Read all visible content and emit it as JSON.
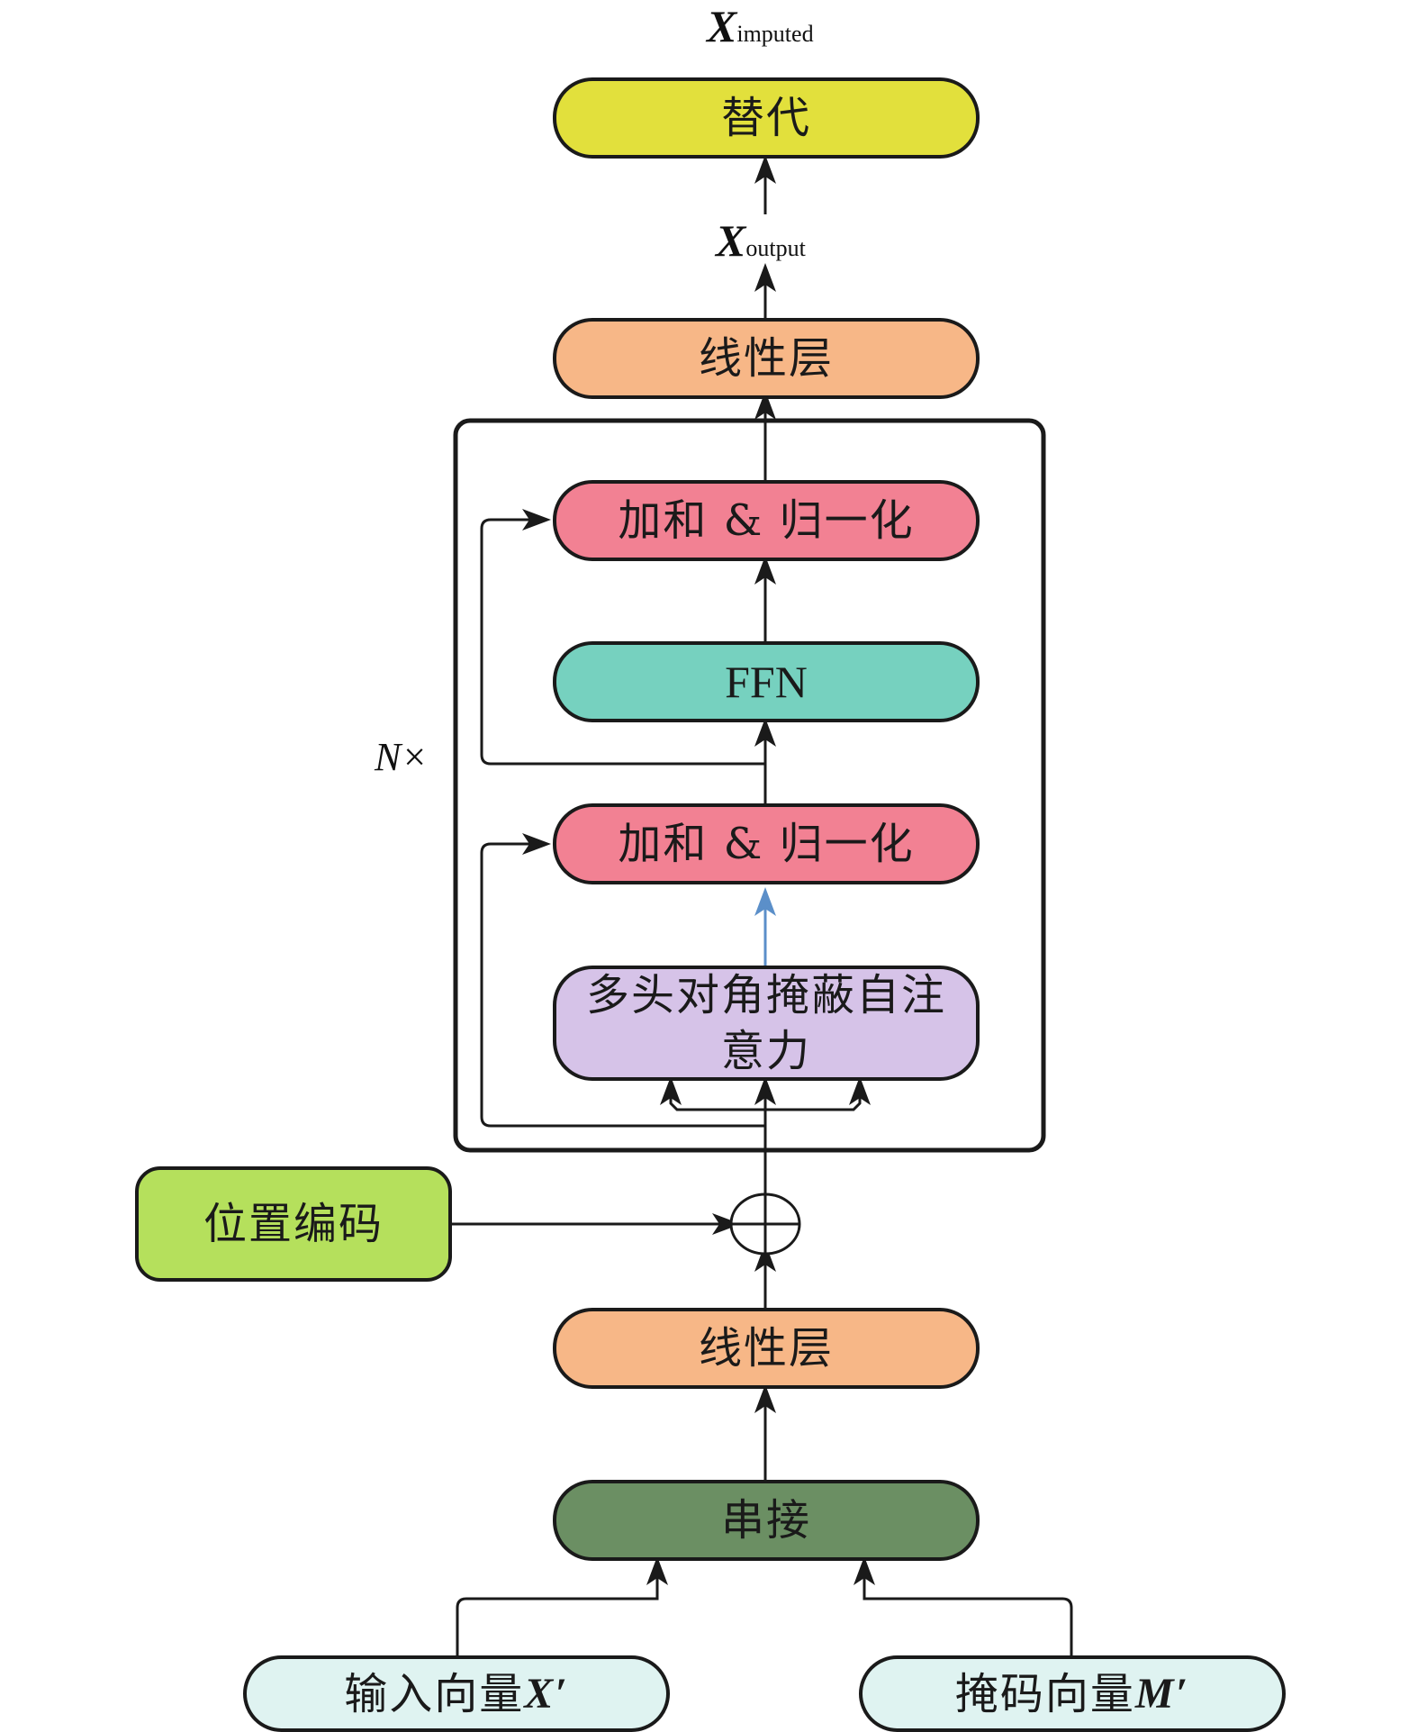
{
  "colors": {
    "replace": "#e2e03c",
    "linear": "#f7b787",
    "addnorm": "#f28193",
    "ffn": "#76d1bf",
    "attention": "#d6c3e8",
    "position": "#b5e05c",
    "concat": "#6b8f63",
    "input": "#dff3f1",
    "stroke": "#1a1a1a",
    "blue_arrow": "#5b8fc9"
  },
  "labels": {
    "x_imputed_main": "X",
    "x_imputed_sub": "imputed",
    "x_output_main": "X",
    "x_output_sub": "output",
    "n_times": "N×"
  },
  "nodes": {
    "replace": "替代",
    "linear_top": "线性层",
    "addnorm_top": "加和 & 归一化",
    "ffn": "FFN",
    "addnorm_bottom": "加和 & 归一化",
    "attention": "多头对角掩蔽自注意力",
    "position_encoding": "位置编码",
    "linear_bottom": "线性层",
    "concat": "串接",
    "input_vector_text": "输入向量",
    "input_vector_var": "X′",
    "mask_vector_text": "掩码向量",
    "mask_vector_var": "M′"
  }
}
